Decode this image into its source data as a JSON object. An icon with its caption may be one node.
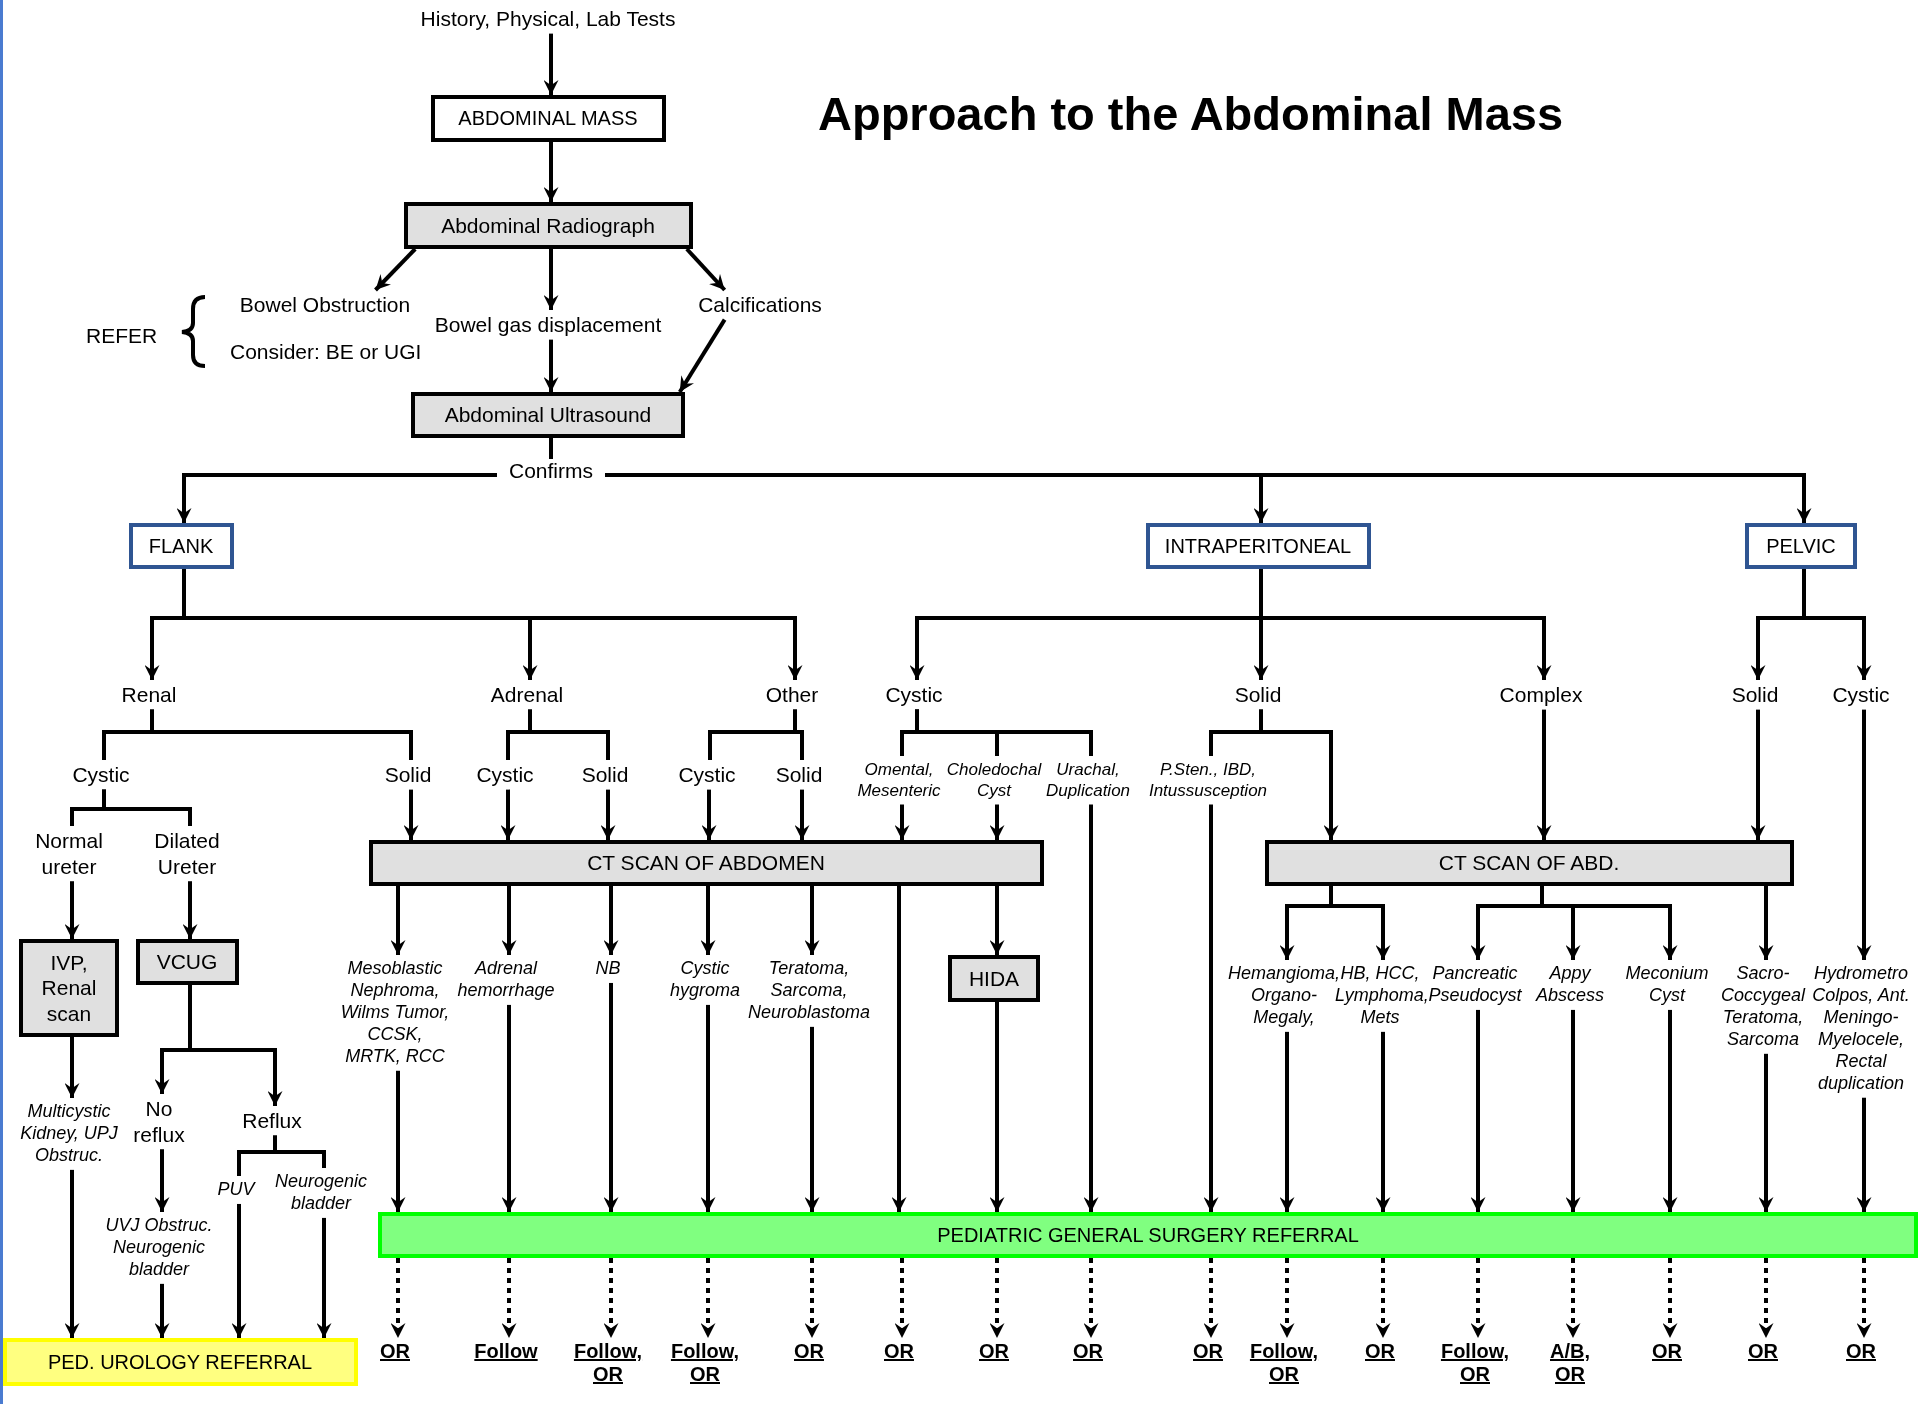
{
  "diagram": {
    "title": "Approach to the Abdominal Mass",
    "nodes": [
      {
        "text": [
          "History, Physical, Lab Tests"
        ]
      },
      {
        "text": [
          "ABDOMINAL MASS"
        ]
      },
      {
        "text": [
          "Abdominal Radiograph"
        ]
      },
      {
        "text": [
          "Bowel Obstruction"
        ]
      },
      {
        "text": [
          "Bowel gas displacement"
        ]
      },
      {
        "text": [
          "Calcifications"
        ]
      },
      {
        "text": [
          "Abdominal Ultrasound"
        ]
      },
      {
        "text": [
          "FLANK"
        ]
      },
      {
        "text": [
          "INTRAPERITONEAL"
        ]
      },
      {
        "text": [
          "PELVIC"
        ]
      },
      {
        "text": [
          "Renal"
        ]
      },
      {
        "text": [
          "Adrenal"
        ]
      },
      {
        "text": [
          "Other"
        ]
      },
      {
        "text": [
          "Cystic"
        ]
      },
      {
        "text": [
          "Solid"
        ]
      },
      {
        "text": [
          "Complex"
        ]
      },
      {
        "text": [
          "Solid"
        ]
      },
      {
        "text": [
          "Cystic"
        ]
      },
      {
        "text": [
          "Cystic"
        ]
      },
      {
        "text": [
          "Solid"
        ]
      },
      {
        "text": [
          "Cystic"
        ]
      },
      {
        "text": [
          "Solid"
        ]
      },
      {
        "text": [
          "Cystic"
        ]
      },
      {
        "text": [
          "Solid"
        ]
      },
      {
        "text": [
          "Omental, Mesenteric"
        ]
      },
      {
        "text": [
          "Choledochal Cyst"
        ]
      },
      {
        "text": [
          "Urachal, Duplication"
        ]
      },
      {
        "text": [
          "P.Sten., IBD, Intussusception"
        ]
      },
      {
        "text": [
          "Normal ureter"
        ]
      },
      {
        "text": [
          "Dilated Ureter"
        ]
      },
      {
        "text": [
          "IVP, Renal scan"
        ]
      },
      {
        "text": [
          "VCUG"
        ]
      },
      {
        "text": [
          "Multicystic Kidney, UPJ Obstruc."
        ]
      },
      {
        "text": [
          "No reflux"
        ]
      },
      {
        "text": [
          "Reflux"
        ]
      },
      {
        "text": [
          "UVJ Obstruc. Neurogenic bladder"
        ]
      },
      {
        "text": [
          "PUV"
        ]
      },
      {
        "text": [
          "Neurogenic bladder"
        ]
      },
      {
        "text": [
          "PED. UROLOGY REFERRAL"
        ]
      },
      {
        "text": [
          "CT SCAN OF ABDOMEN"
        ]
      },
      {
        "text": [
          "Mesoblastic Nephroma, Wilms Tumor, CCSK, MRTK, RCC"
        ]
      },
      {
        "text": [
          "Adrenal hemorrhage"
        ]
      },
      {
        "text": [
          "NB"
        ]
      },
      {
        "text": [
          "Cystic hygroma"
        ]
      },
      {
        "text": [
          "Teratoma, Sarcoma, Neuroblastoma"
        ]
      },
      {
        "text": [
          "HIDA"
        ]
      },
      {
        "text": [
          "CT SCAN OF ABD."
        ]
      },
      {
        "text": [
          "Hemangioma, Organo- Megaly,"
        ]
      },
      {
        "text": [
          "HB, HCC, Lymphoma, Mets"
        ]
      },
      {
        "text": [
          "Pancreatic Pseudocyst"
        ]
      },
      {
        "text": [
          "Appy Abscess"
        ]
      },
      {
        "text": [
          "Meconium Cyst"
        ]
      },
      {
        "text": [
          "Sacro- Coccygeal Teratoma, Sarcoma"
        ]
      },
      {
        "text": [
          "Hydrometro Colpos, Ant. Meningo- Myelocele, Rectal duplication"
        ]
      },
      {
        "text": [
          "PEDIATRIC GENERAL SURGERY REFERRAL"
        ]
      },
      {
        "text": [
          "OR"
        ]
      },
      {
        "text": [
          "Follow"
        ]
      },
      {
        "text": [
          "Follow, OR"
        ]
      },
      {
        "text": [
          "Follow, OR"
        ]
      },
      {
        "text": [
          "OR"
        ]
      },
      {
        "text": [
          "OR"
        ]
      },
      {
        "text": [
          "OR"
        ]
      },
      {
        "text": [
          "OR"
        ]
      },
      {
        "text": [
          "OR"
        ]
      },
      {
        "text": [
          "Follow, OR"
        ]
      },
      {
        "text": [
          "OR"
        ]
      },
      {
        "text": [
          "Follow, OR"
        ]
      },
      {
        "text": [
          "A/B, OR"
        ]
      },
      {
        "text": [
          "OR"
        ]
      },
      {
        "text": [
          "OR"
        ]
      },
      {
        "text": [
          "OR"
        ]
      }
    ],
    "edges": [
      {
        "from": 0,
        "to": 1,
        "arrow": "to"
      },
      {
        "from": 1,
        "to": 2,
        "arrow": "to"
      },
      {
        "from": 2,
        "to": 3,
        "arrow": "to"
      },
      {
        "from": 2,
        "to": 4,
        "arrow": "to"
      },
      {
        "from": 2,
        "to": 5,
        "arrow": "to"
      },
      {
        "from": 4,
        "to": 6,
        "arrow": "to"
      },
      {
        "from": 5,
        "to": 6,
        "arrow": "to"
      },
      {
        "from": 6,
        "to": 7,
        "arrow": "to",
        "label": "Confirms"
      },
      {
        "from": 6,
        "to": 8,
        "arrow": "to"
      },
      {
        "from": 6,
        "to": 9,
        "arrow": "to"
      },
      {
        "from": 7,
        "to": 10,
        "arrow": "to"
      },
      {
        "from": 7,
        "to": 11,
        "arrow": "to"
      },
      {
        "from": 7,
        "to": 12,
        "arrow": "to"
      },
      {
        "from": 8,
        "to": 13,
        "arrow": "to"
      },
      {
        "from": 8,
        "to": 14,
        "arrow": "to"
      },
      {
        "from": 8,
        "to": 15,
        "arrow": "to"
      },
      {
        "from": 9,
        "to": 16,
        "arrow": "to"
      },
      {
        "from": 9,
        "to": 17,
        "arrow": "to"
      },
      {
        "from": 10,
        "to": 18,
        "arrow": "none"
      },
      {
        "from": 10,
        "to": 19,
        "arrow": "none"
      },
      {
        "from": 11,
        "to": 20,
        "arrow": "none"
      },
      {
        "from": 11,
        "to": 21,
        "arrow": "none"
      },
      {
        "from": 12,
        "to": 22,
        "arrow": "none"
      },
      {
        "from": 12,
        "to": 23,
        "arrow": "none"
      },
      {
        "from": 13,
        "to": 24,
        "arrow": "none"
      },
      {
        "from": 13,
        "to": 25,
        "arrow": "none"
      },
      {
        "from": 13,
        "to": 26,
        "arrow": "none"
      },
      {
        "from": 14,
        "to": 27,
        "arrow": "none"
      },
      {
        "from": 14,
        "to": 46,
        "arrow": "to"
      },
      {
        "from": 15,
        "to": 46,
        "arrow": "to"
      },
      {
        "from": 16,
        "to": 46,
        "arrow": "to"
      },
      {
        "from": 17,
        "to": 53,
        "arrow": "to"
      },
      {
        "from": 18,
        "to": 28,
        "arrow": "none"
      },
      {
        "from": 18,
        "to": 29,
        "arrow": "none"
      },
      {
        "from": 19,
        "to": 39,
        "arrow": "to"
      },
      {
        "from": 20,
        "to": 39,
        "arrow": "to"
      },
      {
        "from": 21,
        "to": 39,
        "arrow": "to"
      },
      {
        "from": 22,
        "to": 39,
        "arrow": "to"
      },
      {
        "from": 23,
        "to": 39,
        "arrow": "to"
      },
      {
        "from": 24,
        "to": 39,
        "arrow": "to"
      },
      {
        "from": 25,
        "to": 39,
        "arrow": "to"
      },
      {
        "from": 28,
        "to": 30,
        "arrow": "to"
      },
      {
        "from": 29,
        "to": 31,
        "arrow": "to"
      },
      {
        "from": 30,
        "to": 32,
        "arrow": "to"
      },
      {
        "from": 31,
        "to": 33,
        "arrow": "to"
      },
      {
        "from": 31,
        "to": 34,
        "arrow": "to"
      },
      {
        "from": 34,
        "to": 36,
        "arrow": "none"
      },
      {
        "from": 34,
        "to": 37,
        "arrow": "none"
      },
      {
        "from": 32,
        "to": 38,
        "arrow": "to"
      },
      {
        "from": 33,
        "to": 35,
        "arrow": "to"
      },
      {
        "from": 35,
        "to": 38,
        "arrow": "to"
      },
      {
        "from": 36,
        "to": 38,
        "arrow": "to"
      },
      {
        "from": 37,
        "to": 38,
        "arrow": "to"
      },
      {
        "from": 39,
        "to": 40,
        "arrow": "to"
      },
      {
        "from": 39,
        "to": 41,
        "arrow": "to"
      },
      {
        "from": 39,
        "to": 42,
        "arrow": "to"
      },
      {
        "from": 39,
        "to": 43,
        "arrow": "to"
      },
      {
        "from": 39,
        "to": 44,
        "arrow": "to"
      },
      {
        "from": 39,
        "to": 54,
        "arrow": "to"
      },
      {
        "from": 39,
        "to": 45,
        "arrow": "to"
      },
      {
        "from": 45,
        "to": 54,
        "arrow": "to"
      },
      {
        "from": 26,
        "to": 54,
        "arrow": "to"
      },
      {
        "from": 27,
        "to": 54,
        "arrow": "to"
      },
      {
        "from": 40,
        "to": 54,
        "arrow": "to"
      },
      {
        "from": 41,
        "to": 54,
        "arrow": "to"
      },
      {
        "from": 42,
        "to": 54,
        "arrow": "to"
      },
      {
        "from": 43,
        "to": 54,
        "arrow": "to"
      },
      {
        "from": 44,
        "to": 54,
        "arrow": "to"
      },
      {
        "from": 46,
        "to": 47,
        "arrow": "to"
      },
      {
        "from": 46,
        "to": 48,
        "arrow": "to"
      },
      {
        "from": 46,
        "to": 49,
        "arrow": "to"
      },
      {
        "from": 46,
        "to": 50,
        "arrow": "to"
      },
      {
        "from": 46,
        "to": 51,
        "arrow": "to"
      },
      {
        "from": 46,
        "to": 52,
        "arrow": "to"
      },
      {
        "from": 47,
        "to": 54,
        "arrow": "to"
      },
      {
        "from": 48,
        "to": 54,
        "arrow": "to"
      },
      {
        "from": 49,
        "to": 54,
        "arrow": "to"
      },
      {
        "from": 50,
        "to": 54,
        "arrow": "to"
      },
      {
        "from": 51,
        "to": 54,
        "arrow": "to"
      },
      {
        "from": 52,
        "to": 54,
        "arrow": "to"
      },
      {
        "from": 53,
        "to": 54,
        "arrow": "to"
      },
      {
        "from": 54,
        "to": 55,
        "arrow": "to",
        "style": "dashed"
      },
      {
        "from": 54,
        "to": 56,
        "arrow": "to",
        "style": "dashed"
      },
      {
        "from": 54,
        "to": 57,
        "arrow": "to",
        "style": "dashed"
      },
      {
        "from": 54,
        "to": 58,
        "arrow": "to",
        "style": "dashed"
      },
      {
        "from": 54,
        "to": 59,
        "arrow": "to",
        "style": "dashed"
      },
      {
        "from": 54,
        "to": 60,
        "arrow": "to",
        "style": "dashed"
      },
      {
        "from": 54,
        "to": 61,
        "arrow": "to",
        "style": "dashed"
      },
      {
        "from": 54,
        "to": 62,
        "arrow": "to",
        "style": "dashed"
      },
      {
        "from": 54,
        "to": 63,
        "arrow": "to",
        "style": "dashed"
      },
      {
        "from": 54,
        "to": 64,
        "arrow": "to",
        "style": "dashed"
      },
      {
        "from": 54,
        "to": 65,
        "arrow": "to",
        "style": "dashed"
      },
      {
        "from": 54,
        "to": 66,
        "arrow": "to",
        "style": "dashed"
      },
      {
        "from": 54,
        "to": 67,
        "arrow": "to",
        "style": "dashed"
      },
      {
        "from": 54,
        "to": 68,
        "arrow": "to",
        "style": "dashed"
      },
      {
        "from": 54,
        "to": 69,
        "arrow": "to",
        "style": "dashed"
      },
      {
        "from": 54,
        "to": 70,
        "arrow": "to",
        "style": "dashed"
      }
    ],
    "labels": [
      "REFER",
      "Consider: BE or UGI"
    ]
  }
}
